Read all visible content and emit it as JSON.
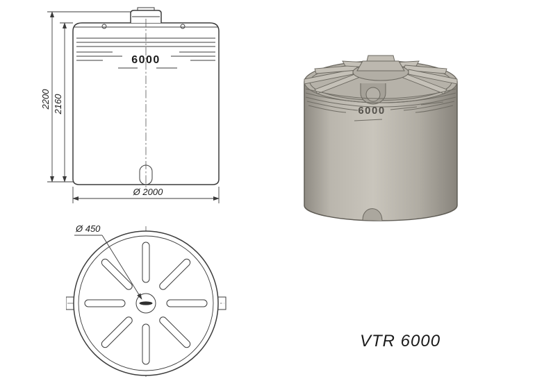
{
  "drawing": {
    "front_view": {
      "capacity": "6000",
      "dims": {
        "overall_height": "2200",
        "body_height": "2160",
        "diameter": "Ø 2000"
      }
    },
    "top_view": {
      "lid_diameter": "Ø 450"
    },
    "iso_view": {
      "capacity": "6000"
    },
    "caption": "VTR 6000"
  },
  "colors": {
    "line": "#3b3b3b",
    "tank_base": "#b2aea5",
    "tank_dark": "#8f8b83",
    "tank_light": "#c9c5bc"
  }
}
